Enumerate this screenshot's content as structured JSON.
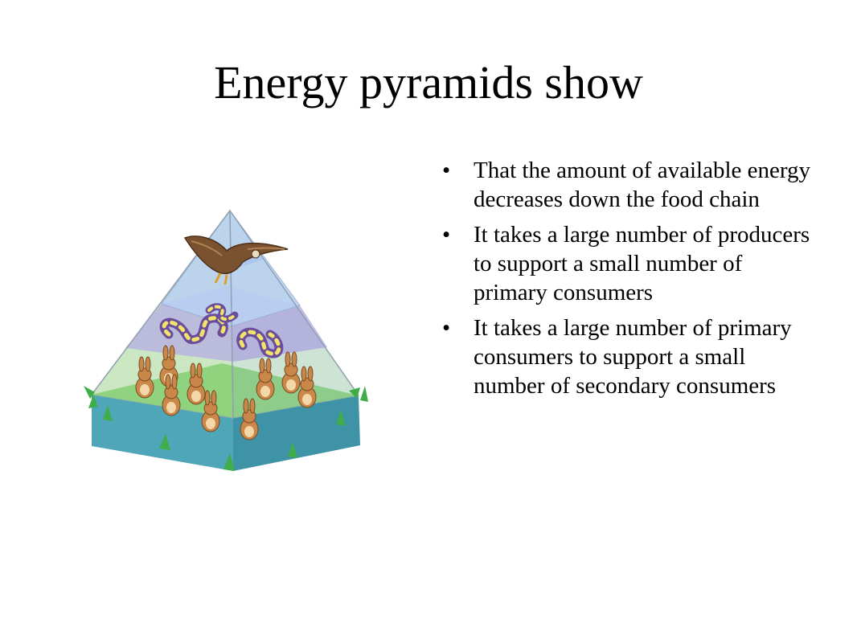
{
  "slide": {
    "title": "Energy pyramids show",
    "bullets": [
      "That the amount of available energy decreases down the food chain",
      "It takes a large number of producers to support a small number of primary consumers",
      "It takes a large number of primary consumers to support a small number of secondary consumers"
    ],
    "bullet_glyph": "•"
  },
  "illustration": {
    "levels": [
      "grass",
      "rabbits",
      "snakes",
      "eagle"
    ],
    "colors": {
      "bottom_tier": "#a9d8a0",
      "middle_tier": "#b9b2e6",
      "top_tier": "#b8d0f2",
      "grass": "#3fae4a",
      "grass_base": "#4fa6b8",
      "rabbit": "#c9884a",
      "snake": "#6b4d9c",
      "eagle": "#7a5230"
    }
  }
}
